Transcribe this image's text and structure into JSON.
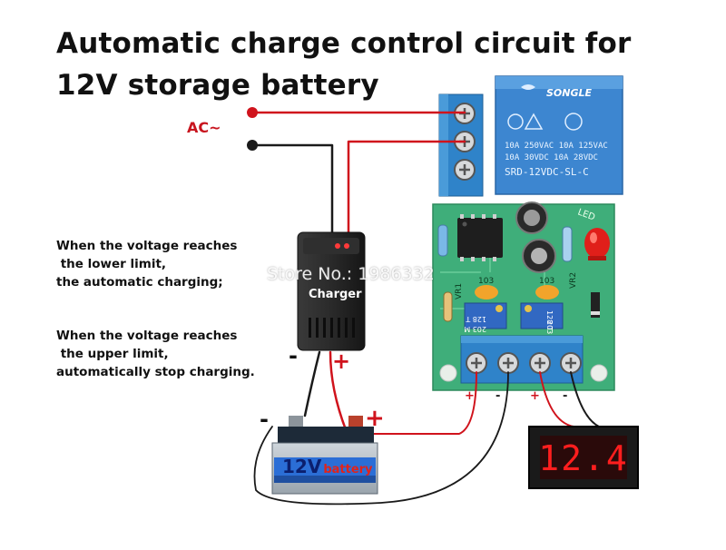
{
  "title": {
    "line1": "Automatic charge control circuit for",
    "line2": "12V storage battery"
  },
  "labels": {
    "ac": "AC~",
    "charger": "Charger",
    "watermark": "Store No.: 1986332",
    "battery_12v": "12V",
    "battery_word": "battery",
    "display_value": "12.4",
    "minus": "-",
    "plus": "+"
  },
  "descriptions": {
    "lower": "When the voltage reaches\n the lower limit,\nthe automatic charging;",
    "upper": "When the voltage reaches\n the upper limit,\nautomatically stop charging."
  },
  "relay": {
    "brand": "SONGLE",
    "spec1": "10A 250VAC  10A 125VAC",
    "spec2": "10A  30VDC  10A  28VDC",
    "model": "SRD-12VDC-SL-C"
  },
  "board": {
    "led_label": "LED",
    "pot_code": "103",
    "vr1": "VR1",
    "vr2": "VR2",
    "trim1": "128 T",
    "trim2": "203 M"
  },
  "terminal_marks": [
    "+",
    "-",
    "+",
    "-"
  ],
  "colors": {
    "wire_red": "#d0131c",
    "wire_black": "#1a1a1a",
    "pcb_green": "#3fae7a",
    "terminal_blue": "#2f83c9",
    "relay_blue": "#3d86d0",
    "display_red": "#ff1e1e"
  }
}
